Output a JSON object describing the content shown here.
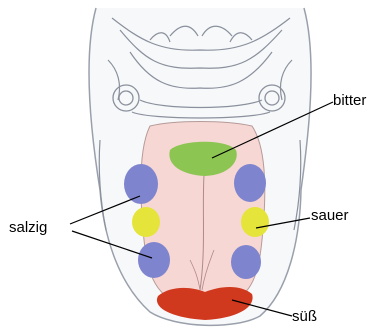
{
  "labels": {
    "bitter": "bitter",
    "salzig": "salzig",
    "sauer": "sauer",
    "suess": "süß"
  },
  "colors": {
    "background": "#ffffff",
    "tongue": "#f6d7d3",
    "bitter_zone": "#8cc552",
    "salty_zone": "#7f84cf",
    "sour_zone": "#e5e43a",
    "sweet_zone": "#d0391e",
    "outline": "#7e8491",
    "label_text": "#000000"
  }
}
